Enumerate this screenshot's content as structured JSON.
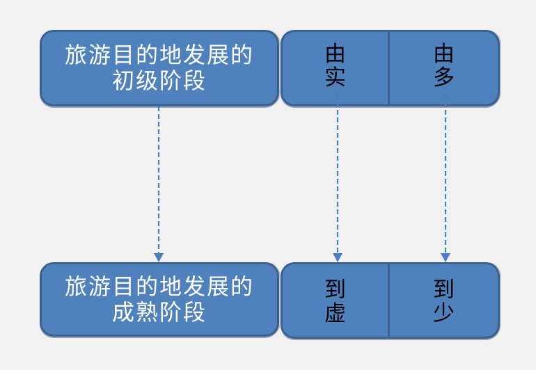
{
  "canvas": {
    "background": "#f1f1f1"
  },
  "colors": {
    "canvas_bg": "#f1f1f1",
    "box_fill": "#4f81bd",
    "box_border": "#3a618f",
    "arrow": "#4a7ebd",
    "stage_text": "#ffffff",
    "cell_text": "#000000"
  },
  "boxes": {
    "top_left": {
      "line1": "旅游目的地发展的",
      "line2": "初级阶段"
    },
    "bottom_left": {
      "line1": "旅游目的地发展的",
      "line2": "成熟阶段"
    },
    "top_cells": [
      {
        "line1": "由",
        "line2": "实"
      },
      {
        "line1": "由",
        "line2": "多"
      }
    ],
    "bottom_cells": [
      {
        "line1": "到",
        "line2": "虚"
      },
      {
        "line1": "到",
        "line2": "少"
      }
    ]
  },
  "arrows": [
    {
      "from": "旅游目的地发展的初级阶段",
      "to": "旅游目的地发展的成熟阶段",
      "style": "dashed-down"
    },
    {
      "from": "由实",
      "to": "到虚",
      "style": "dashed-down"
    },
    {
      "from": "由多",
      "to": "到少",
      "style": "dashed-down"
    }
  ]
}
